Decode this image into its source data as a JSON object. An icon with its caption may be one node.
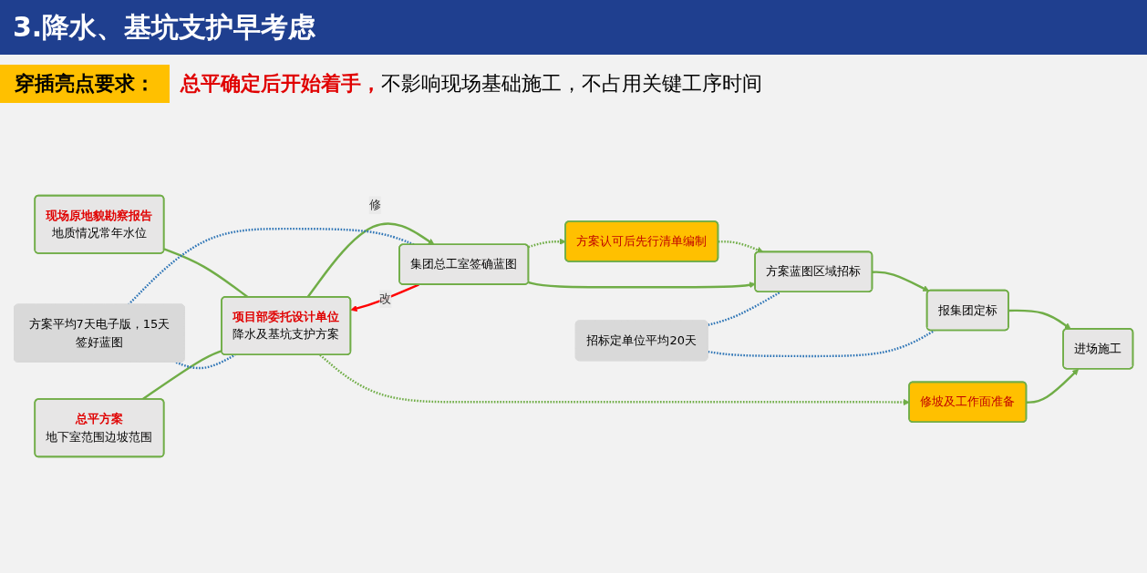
{
  "diagram": {
    "title": "3.降水、基坑支护早考虑",
    "nodes": [
      {
        "text": [
          "现场原地貌勘察报告",
          "地质情况常年水位"
        ]
      },
      {
        "text": [
          "总平方案",
          "地下室范围边坡范围"
        ]
      },
      {
        "text": [
          "项目部委托设计单位",
          "降水及基坑支护方案"
        ]
      },
      {
        "text": [
          "集团总工室签确蓝图"
        ]
      },
      {
        "text": [
          "方案认可后先行清单编制"
        ]
      },
      {
        "text": [
          "方案蓝图区域招标"
        ]
      },
      {
        "text": [
          "报集团定标"
        ]
      },
      {
        "text": [
          "修坡及工作面准备"
        ]
      },
      {
        "text": [
          "进场施工"
        ]
      },
      {
        "text": [
          "方案平均7天电子版，15天签好蓝图"
        ]
      },
      {
        "text": [
          "招标定单位平均20天"
        ]
      }
    ],
    "edges": [
      {
        "from": 0,
        "to": 2,
        "arrow": "none"
      },
      {
        "from": 1,
        "to": 2,
        "arrow": "none"
      },
      {
        "from": 2,
        "to": 3,
        "arrow": "to",
        "label": "修"
      },
      {
        "from": 3,
        "to": 2,
        "arrow": "to",
        "label": "改",
        "color": "#ff0000"
      },
      {
        "from": 3,
        "to": 4,
        "arrow": "to",
        "style": "dashed"
      },
      {
        "from": 4,
        "to": 5,
        "arrow": "to",
        "style": "dashed"
      },
      {
        "from": 3,
        "to": 5,
        "arrow": "to"
      },
      {
        "from": 5,
        "to": 6,
        "arrow": "to"
      },
      {
        "from": 6,
        "to": 8,
        "arrow": "to"
      },
      {
        "from": 2,
        "to": 7,
        "arrow": "to",
        "style": "dashed"
      },
      {
        "from": 7,
        "to": 8,
        "arrow": "to"
      },
      {
        "from": 9,
        "to": 2,
        "arrow": "none",
        "style": "dashed",
        "color": "#2e75b6"
      },
      {
        "from": 9,
        "to": 3,
        "arrow": "none",
        "style": "dashed",
        "color": "#2e75b6"
      },
      {
        "from": 10,
        "to": 5,
        "arrow": "none",
        "style": "dashed",
        "color": "#2e75b6"
      },
      {
        "from": 10,
        "to": 6,
        "arrow": "none",
        "style": "dashed",
        "color": "#2e75b6"
      }
    ],
    "labels": [
      "穿插亮点要求：",
      "**总平确定后开始着手，**不影响现场基础施工，不占用关键工序时间"
    ]
  }
}
